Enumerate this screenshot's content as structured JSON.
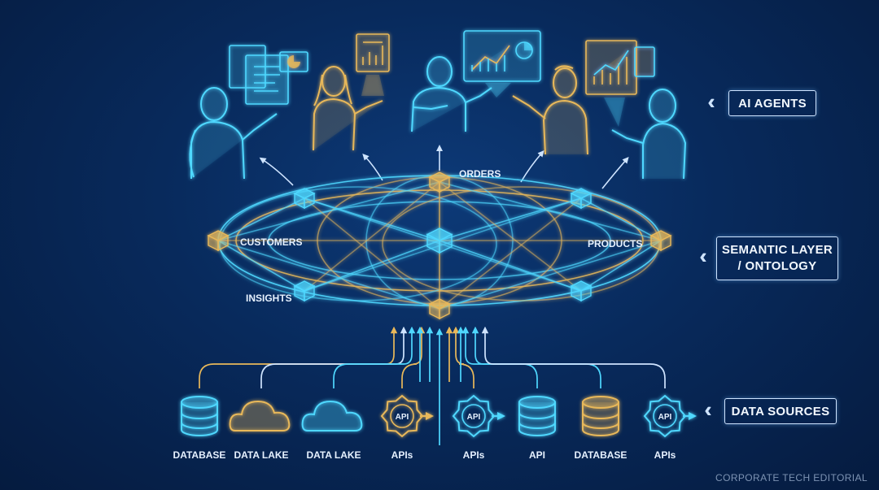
{
  "side_labels": {
    "ai_agents": "AI AGENTS",
    "semantic_layer_line1": "SEMANTIC LAYER",
    "semantic_layer_line2": "/ ONTOLOGY",
    "data_sources": "DATA SOURCES"
  },
  "graph_nodes": {
    "orders": "ORDERS",
    "customers": "CUSTOMERS",
    "products": "PRODUCTS",
    "insights": "INSIGHTS"
  },
  "data_sources": [
    {
      "label": "DATABASE",
      "icon": "database-icon"
    },
    {
      "label": "DATA LAKE",
      "icon": "cloud-icon"
    },
    {
      "label": "DATA LAKE",
      "icon": "cloud-icon"
    },
    {
      "label": "APIs",
      "icon": "api-gear-icon",
      "badge": "API"
    },
    {
      "label": "APIs",
      "icon": "api-gear-icon",
      "badge": "API"
    },
    {
      "label": "API",
      "icon": "database-icon"
    },
    {
      "label": "DATABASE",
      "icon": "database-icon"
    },
    {
      "label": "APIs",
      "icon": "api-gear-icon",
      "badge": "API"
    }
  ],
  "footer": "CORPORATE TECH EDITORIAL",
  "colors": {
    "cyan": "#4fd8ff",
    "gold": "#e8b85a",
    "label": "#e6f1ff"
  }
}
